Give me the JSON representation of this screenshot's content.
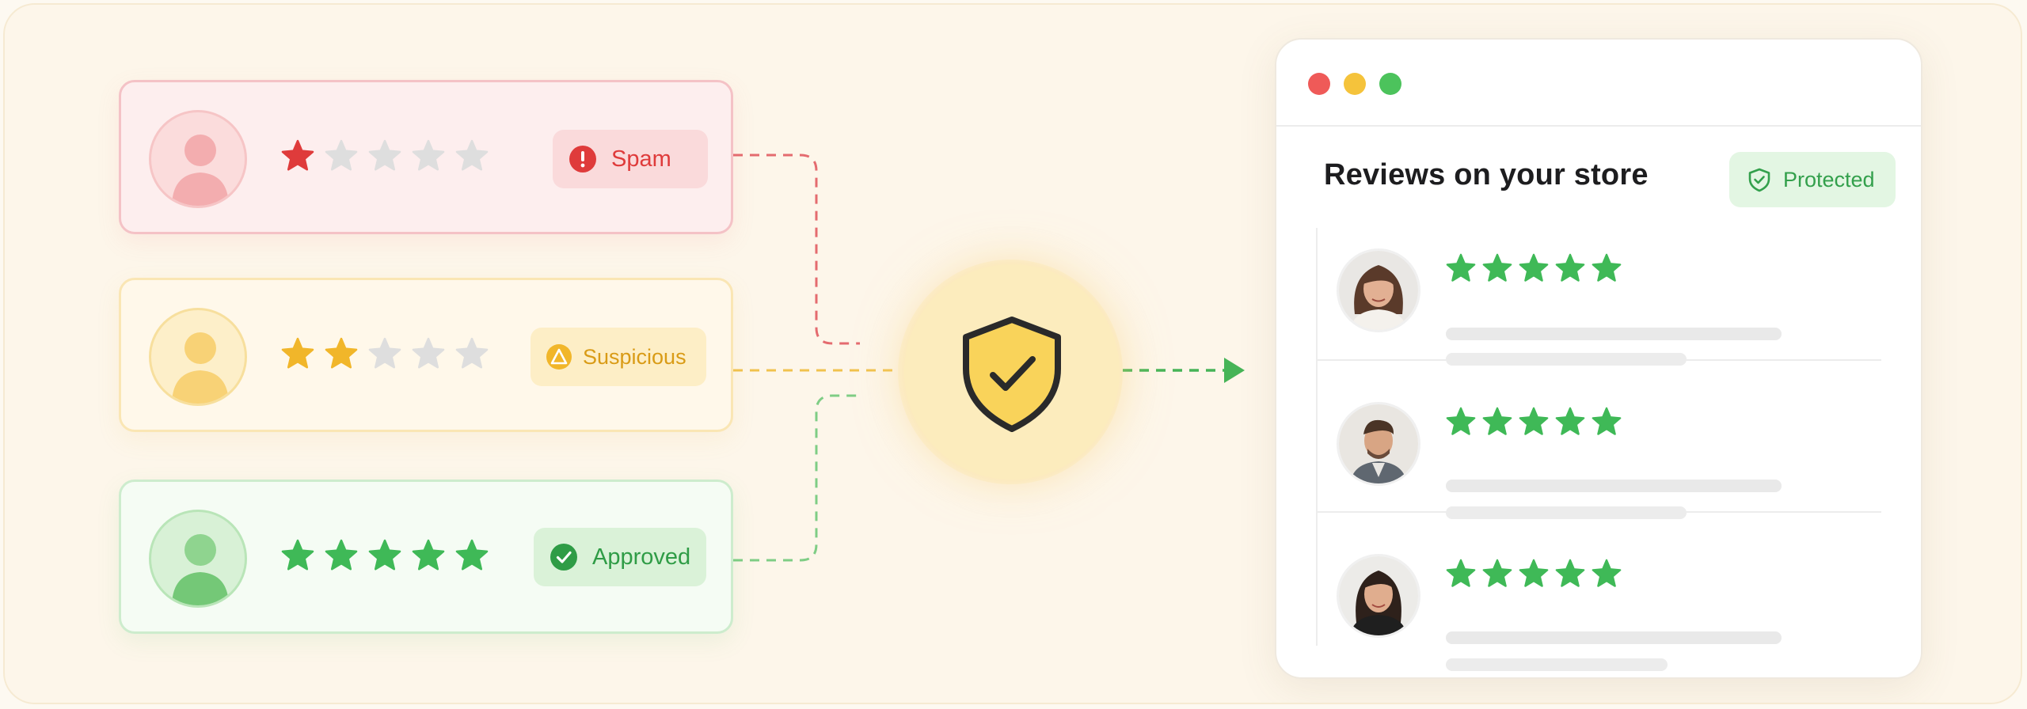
{
  "reviews_in": [
    {
      "status": "Spam",
      "rating": 1,
      "tone": "spam",
      "icon": "exclamation-circle-icon"
    },
    {
      "status": "Suspicious",
      "rating": 2,
      "tone": "suspicious",
      "icon": "warning-triangle-icon"
    },
    {
      "status": "Approved",
      "rating": 5,
      "tone": "approved",
      "icon": "check-circle-icon"
    }
  ],
  "hub": {
    "icon": "shield-check-icon"
  },
  "store": {
    "title": "Reviews on your store",
    "badge": "Protected",
    "badge_icon": "shield-check-icon",
    "reviews": [
      {
        "rating": 5,
        "avatar": "woman-avatar"
      },
      {
        "rating": 5,
        "avatar": "man-avatar"
      },
      {
        "rating": 5,
        "avatar": "woman-avatar"
      }
    ]
  },
  "colors": {
    "spam": "#df3b3b",
    "suspicious": "#f1b62a",
    "approved": "#3fb957",
    "star_empty": "#dedede",
    "background": "#fdf6ea"
  }
}
